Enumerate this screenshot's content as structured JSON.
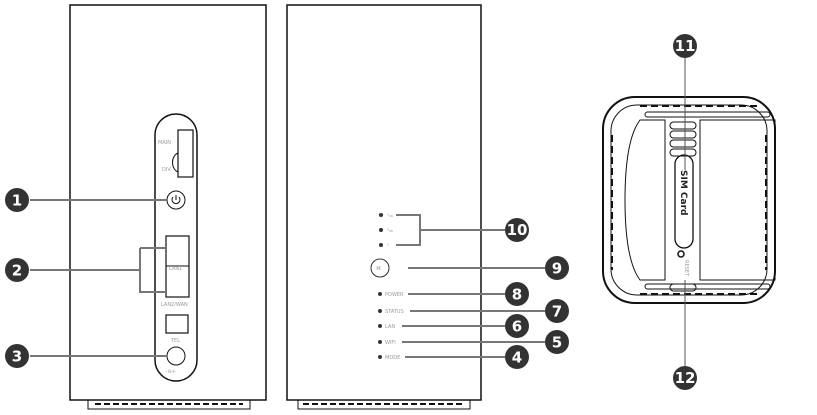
{
  "side_panel": {
    "main": "MAIN",
    "div": "DIV",
    "lan1": "LAN1",
    "lan2": "LAN2/WAN",
    "tel": "TEL",
    "power_symbol": "–⊖+"
  },
  "front_panel": {
    "leds": [
      "POWER",
      "STATUS",
      "LAN",
      "WIFI",
      "MODE"
    ],
    "signal_icons": [
      "signal-4g-icon",
      "signal-3g-icon",
      "signal-2g-icon"
    ],
    "signal_labels": [
      "ᵞ₄₆",
      "ᵞ₃₆",
      "ᵞ"
    ]
  },
  "bottom_panel": {
    "sim": "SIM Card",
    "reset": "RESET"
  },
  "callouts": [
    "1",
    "2",
    "3",
    "4",
    "5",
    "6",
    "7",
    "8",
    "9",
    "10",
    "11",
    "12"
  ],
  "colors": {
    "callout": "#333333",
    "line": "#777777",
    "outline": "#111111"
  }
}
